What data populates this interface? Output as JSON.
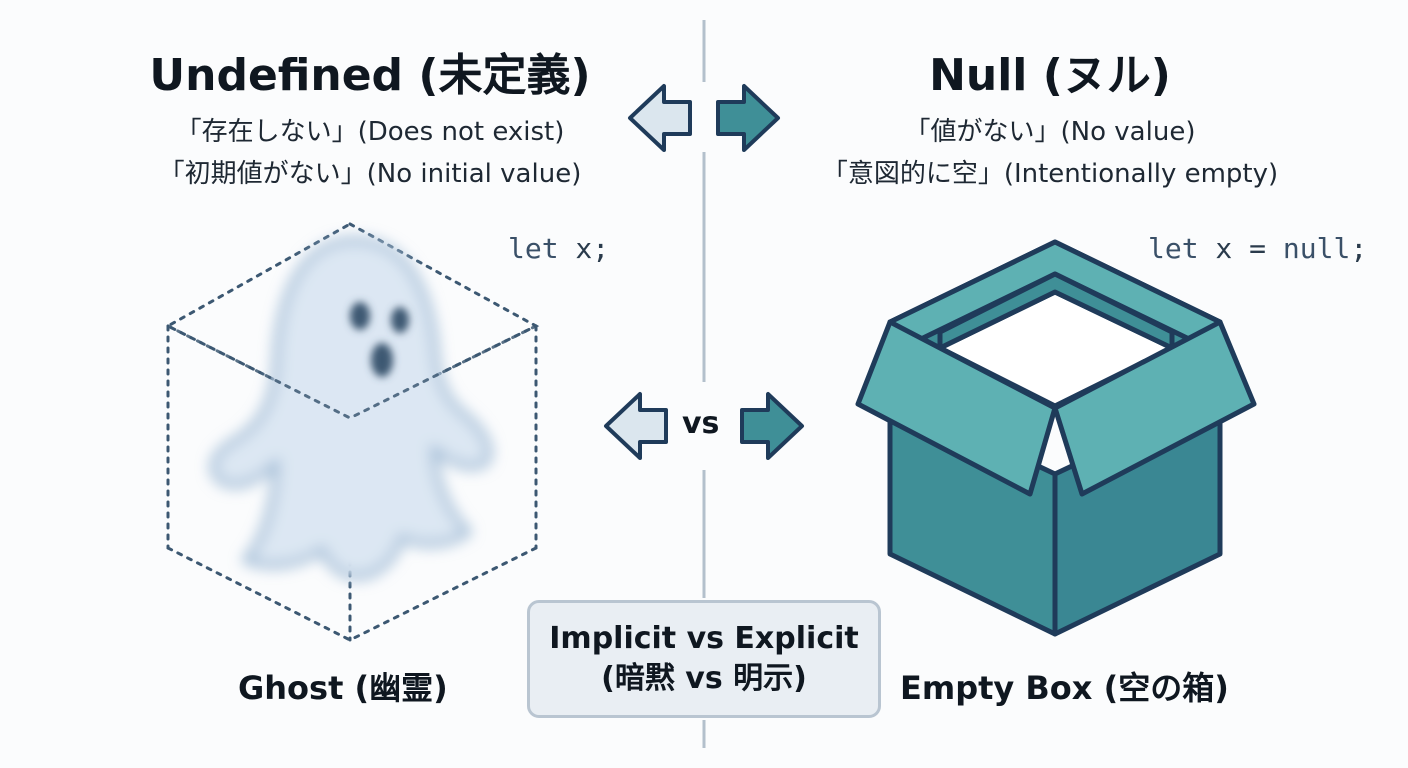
{
  "left": {
    "title": "Undefined (未定義)",
    "line1": "「存在しない」(Does not exist)",
    "line2": "「初期値がない」(No initial value)",
    "code_kw": "let",
    "code_rest": " x;",
    "caption": "Ghost (幽霊)",
    "icon": "ghost-icon"
  },
  "right": {
    "title": "Null (ヌル)",
    "line1": "「値がない」(No value)",
    "line2": "「意図的に空」(Intentionally empty)",
    "code_kw": "let",
    "code_mid": " x = ",
    "code_null": "null",
    "code_end": ";",
    "caption": "Empty Box (空の箱)",
    "icon": "empty-box-icon"
  },
  "center": {
    "vs": "vs",
    "box_line1": "Implicit vs Explicit",
    "box_line2": "(暗黙 vs 明示)"
  },
  "colors": {
    "teal": "#3f8f97",
    "teal_light": "#5eb1b3",
    "navy": "#1f3b5a",
    "arrow_light": "#dbe6ee",
    "divider": "#b3c0cc"
  }
}
